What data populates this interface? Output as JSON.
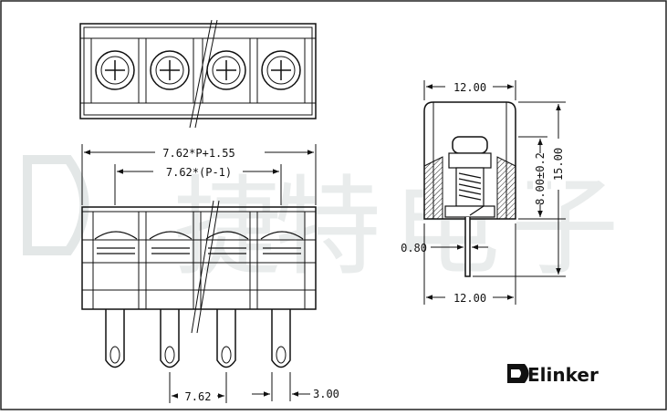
{
  "drawing": {
    "front_view": {
      "overall_width": "7.62*P+1.55",
      "pitch_span": "7.62*(P-1)",
      "pitch": "7.62",
      "pin_width": "3.00"
    },
    "side_view": {
      "top_width": "12.00",
      "bottom_width": "12.00",
      "body_height": "8.00±0.2",
      "total_height": "15.00",
      "pin_thickness": "0.80"
    }
  },
  "brand": {
    "name": "Elinker",
    "color": "#111111",
    "watermark_color": "#e9ecec"
  }
}
